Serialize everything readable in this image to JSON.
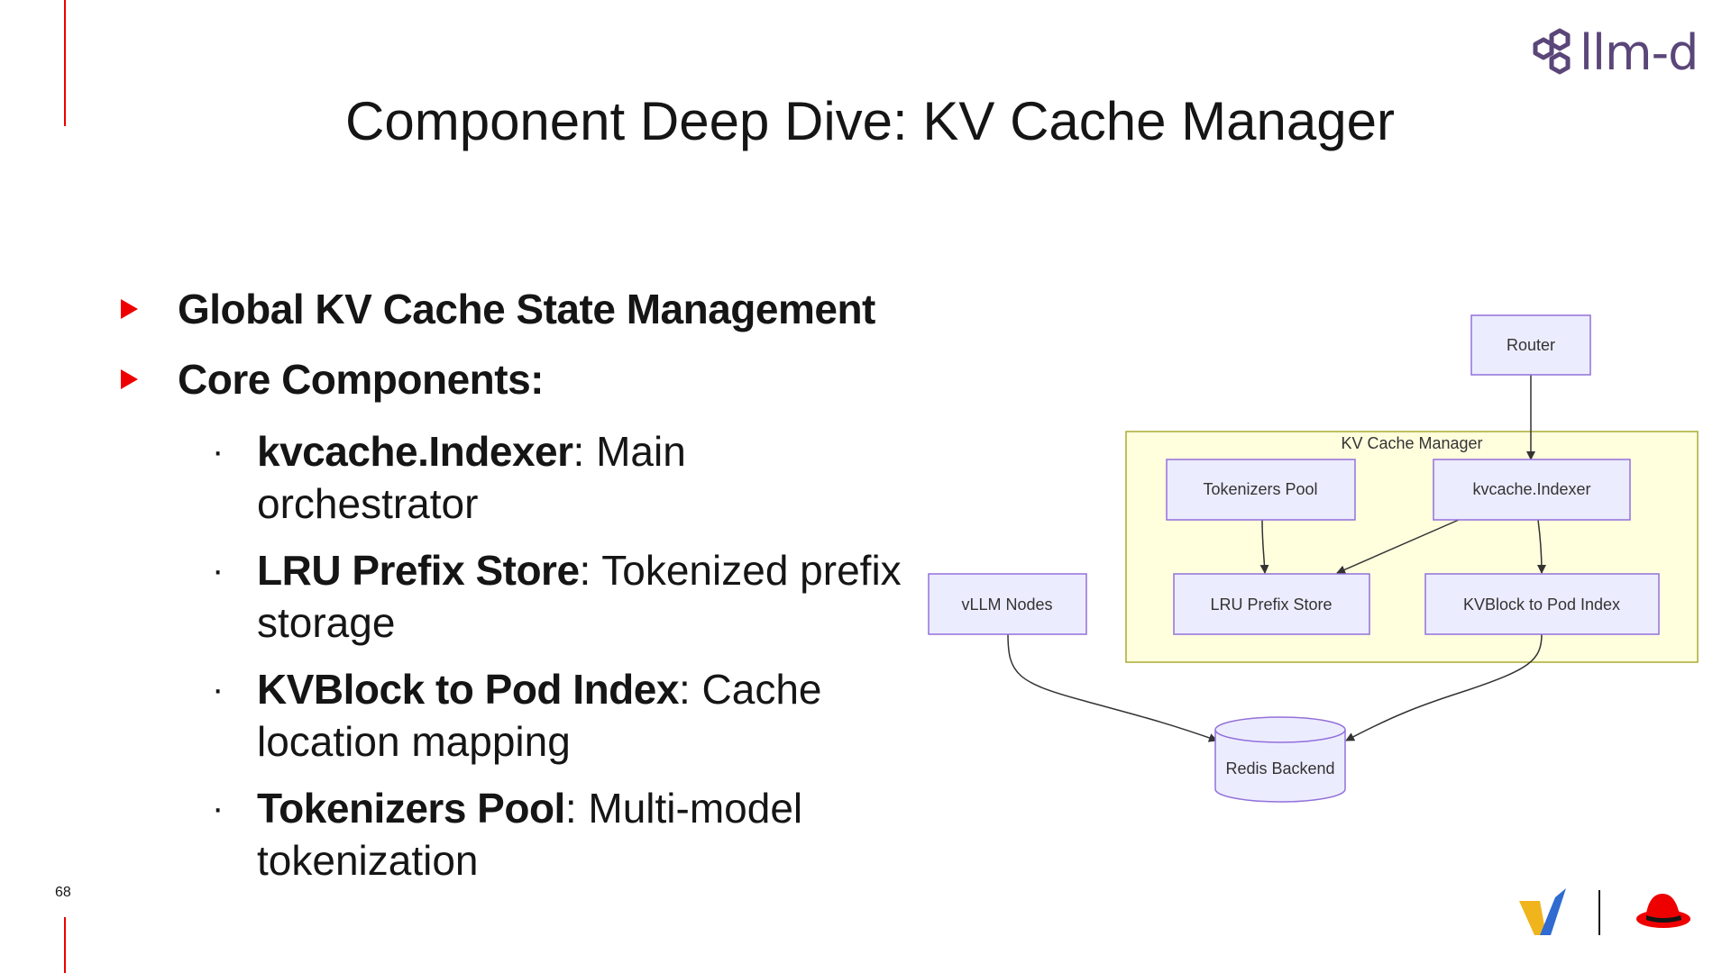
{
  "slide": {
    "title": "Component Deep Dive: KV Cache Manager",
    "page_number": "68",
    "logo_text": "llm-d"
  },
  "bullets": [
    {
      "label": "Global KV Cache State Management"
    },
    {
      "label": "Core Components:"
    }
  ],
  "components": [
    {
      "name": "kvcache.Indexer",
      "sep": ":",
      "desc": " Main orchestrator"
    },
    {
      "name": "LRU Prefix Store",
      "sep": ":",
      "desc": " Tokenized prefix storage"
    },
    {
      "name": "KVBlock to Pod Index",
      "sep": ":",
      "desc": " Cache location mapping"
    },
    {
      "name": "Tokenizers Pool",
      "sep": ":",
      "desc": " Multi-model tokenization"
    }
  ],
  "diagram": {
    "group_label": "KV Cache Manager",
    "nodes": {
      "router": "Router",
      "tokenizers_pool": "Tokenizers Pool",
      "indexer": "kvcache.Indexer",
      "vllm_nodes": "vLLM Nodes",
      "lru_prefix_store": "LRU Prefix Store",
      "kvblock_index": "KVBlock to Pod Index",
      "redis": "Redis Backend"
    },
    "colors": {
      "node_fill": "#ececff",
      "node_stroke": "#9370db",
      "group_fill": "#ffffde",
      "group_stroke": "#aaaa33"
    }
  },
  "colors": {
    "accent_red": "#ee0000",
    "logo_purple": "#5a4678",
    "vllm_yellow": "#f0b41c",
    "vllm_blue": "#2f6bd0"
  }
}
